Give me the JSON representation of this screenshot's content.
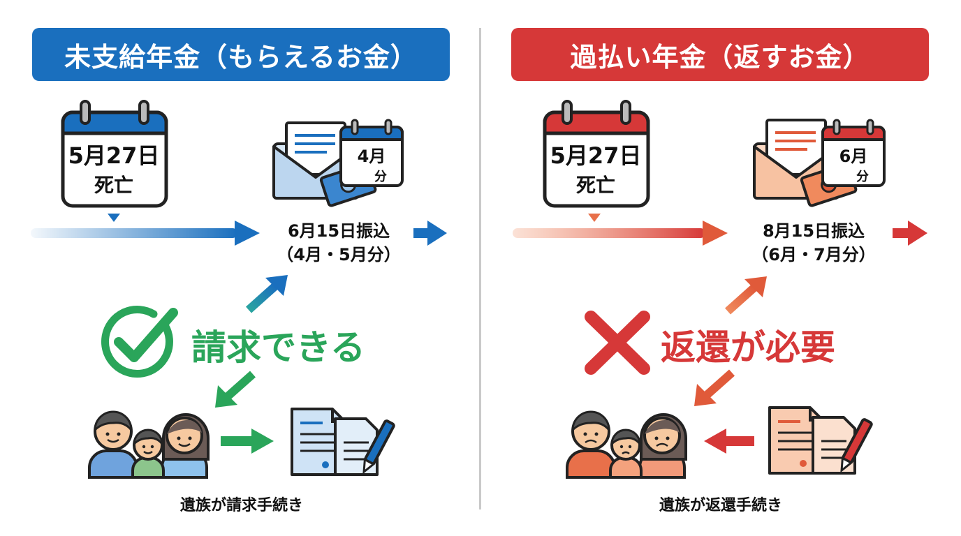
{
  "colors": {
    "blue": "#1a6fbe",
    "red": "#d63838",
    "green": "#2aa55a",
    "orange": "#e8704a"
  },
  "left": {
    "title": "未支給年金（もらえるお金）",
    "calendar": {
      "date": "5月27日",
      "event": "死亡"
    },
    "mini_calendar": {
      "month": "4月",
      "suffix": "分"
    },
    "payment": {
      "line1": "6月15日振込",
      "line2": "（4月・5月分）"
    },
    "status_label": "請求できる",
    "status_icon": "check-circle-icon",
    "caption": "遺族が請求手続き"
  },
  "right": {
    "title": "過払い年金（返すお金）",
    "calendar": {
      "date": "5月27日",
      "event": "死亡"
    },
    "mini_calendar": {
      "month": "6月",
      "suffix": "分"
    },
    "payment": {
      "line1": "8月15日振込",
      "line2": "（6月・7月分）"
    },
    "status_label": "返還が必要",
    "status_icon": "cross-icon",
    "caption": "遺族が返還手続き"
  }
}
